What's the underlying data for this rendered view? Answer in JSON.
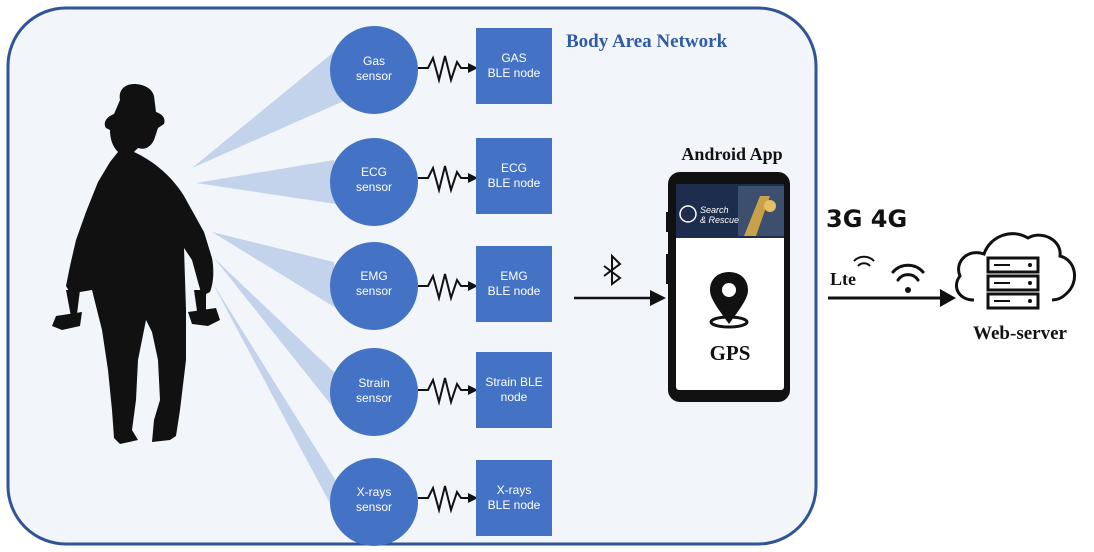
{
  "network_title": "Body Area Network",
  "sensors": [
    {
      "line1": "Gas",
      "line2": "sensor"
    },
    {
      "line1": "ECG",
      "line2": "sensor"
    },
    {
      "line1": "EMG",
      "line2": "sensor"
    },
    {
      "line1": "Strain",
      "line2": "sensor"
    },
    {
      "line1": "X-rays",
      "line2": "sensor"
    }
  ],
  "nodes": [
    {
      "line1": "GAS",
      "line2": "BLE node"
    },
    {
      "line1": "ECG",
      "line2": "BLE node"
    },
    {
      "line1": "EMG",
      "line2": "BLE node"
    },
    {
      "line1": "Strain BLE",
      "line2": "node"
    },
    {
      "line1": "X-rays",
      "line2": "BLE node"
    }
  ],
  "app": {
    "title": "Android App",
    "banner_line1": "Search",
    "banner_line2": "& Rescue",
    "gps_label": "GPS"
  },
  "connectivity": {
    "generations": "3G 4G",
    "lte": "Lte"
  },
  "server_label": "Web-server",
  "colors": {
    "border": "#2f5597",
    "background": "#f2f6fb",
    "sensor_fill": "#4472c4",
    "beam_fill": "#b4c7e7",
    "title_blue": "#2e5aa6",
    "dark": "#111111"
  },
  "icons": [
    "bluetooth-icon",
    "lte-signal-icon",
    "wifi-icon",
    "cloud-server-icon",
    "location-pin-icon",
    "firefighter-silhouette-icon"
  ]
}
